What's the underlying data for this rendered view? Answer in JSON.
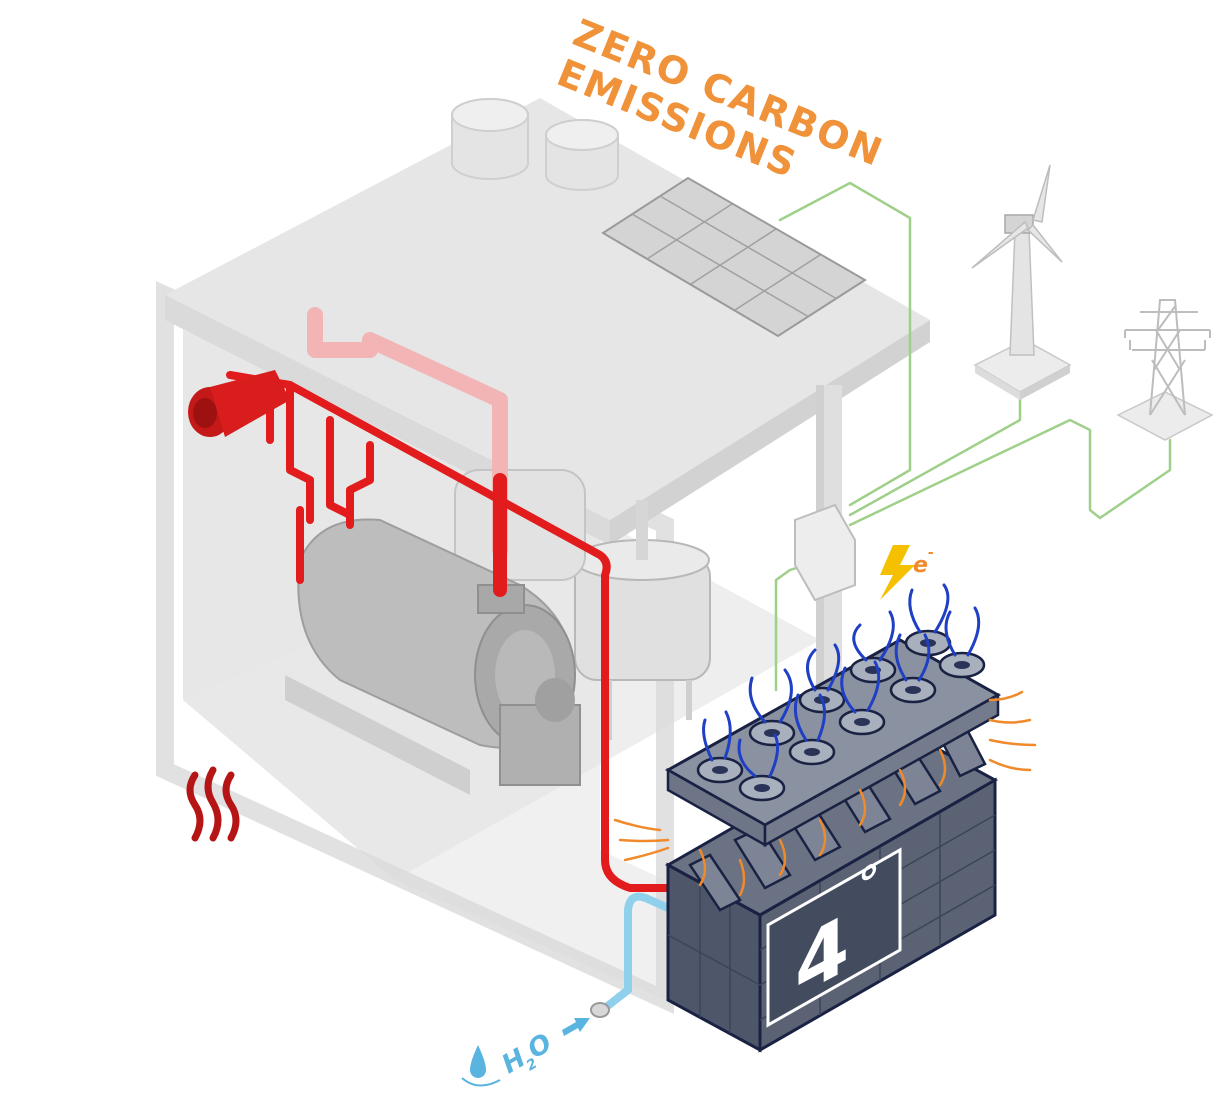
{
  "headline": {
    "line1": "ZERO CARBON",
    "line2": "EMISSIONS"
  },
  "unit": {
    "logo_digit": "4",
    "logo_degree": "°"
  },
  "electricity": {
    "symbol": "e",
    "superscript": "-"
  },
  "water": {
    "symbol": "H",
    "subscript": "2",
    "suffix": "O"
  },
  "icons": {
    "heat": "heat-waves-icon",
    "water_drop": "water-drop-icon",
    "bolt": "lightning-bolt-icon",
    "wind": "wind-turbine-icon",
    "pylon": "power-pylon-icon",
    "solar": "solar-panel-icon"
  },
  "colors": {
    "headline": "#f0923a",
    "hot_pipe": "#e21c1c",
    "cold_pipe": "#8fd0ec",
    "power_line": "#9fd08a",
    "unit_body": "#525a6c",
    "unit_outline": "#1a2244",
    "fan_air": "#1f3fc4",
    "warm_air": "#f08a2a",
    "bolt": "#f5c000",
    "building": "#e8e8e8"
  }
}
